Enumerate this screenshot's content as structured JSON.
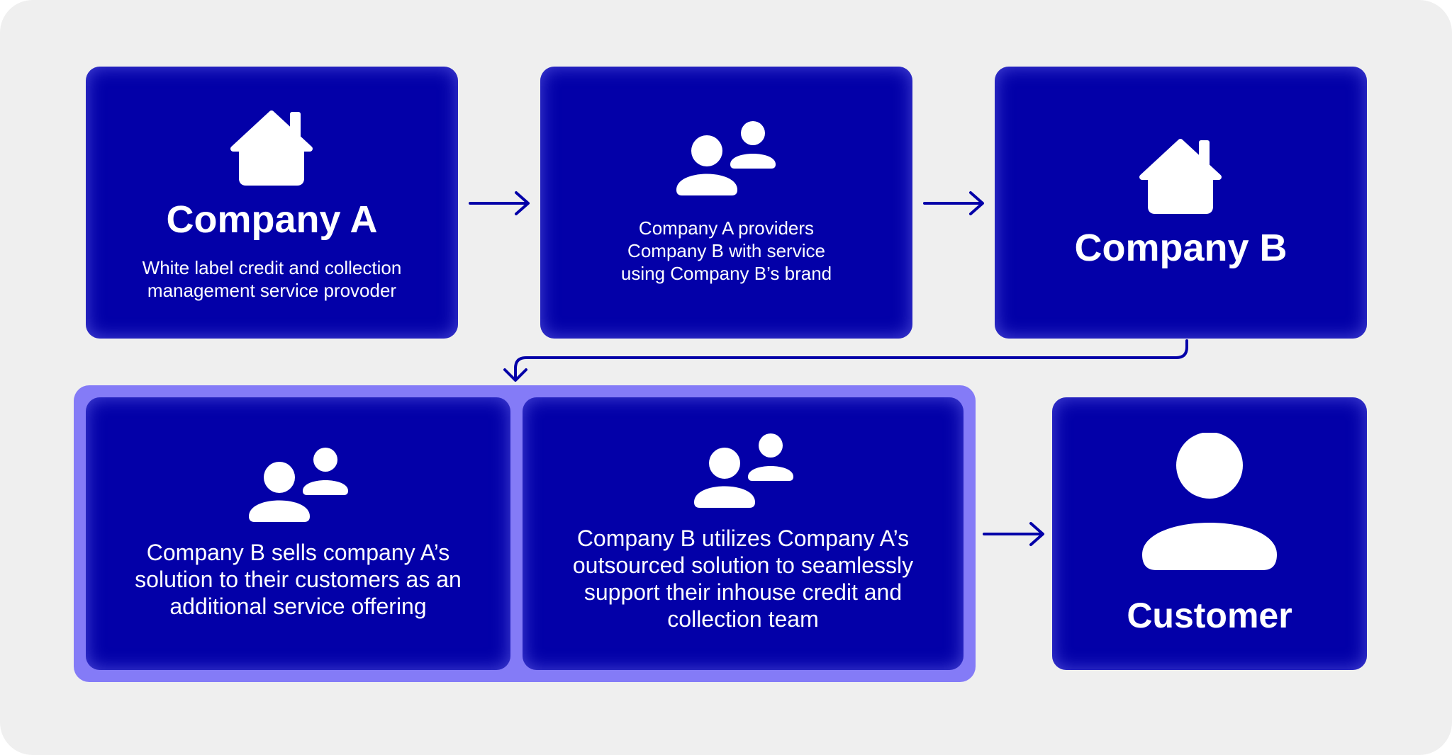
{
  "colors": {
    "background": "#efefef",
    "card": "#0300a8",
    "group_highlight": "#847bf7",
    "connector": "#0300a8",
    "text": "#ffffff"
  },
  "nodes": {
    "company_a": {
      "title": "Company A",
      "description": "White label credit and collection\nmanagement service provoder",
      "icon": "house-icon"
    },
    "service": {
      "description": "Company A providers\nCompany B with service\nusing Company B’s brand",
      "icon": "users-icon"
    },
    "company_b": {
      "title": "Company B",
      "icon": "house-icon"
    },
    "resell": {
      "description": "Company B sells company A’s\nsolution to their customers as an\nadditional service offering",
      "icon": "users-icon"
    },
    "outsource": {
      "description": "Company B utilizes Company A’s\noutsourced solution to seamlessly\nsupport their inhouse credit and\ncollection team",
      "icon": "users-icon"
    },
    "customer": {
      "title": "Customer",
      "icon": "user-icon"
    }
  }
}
